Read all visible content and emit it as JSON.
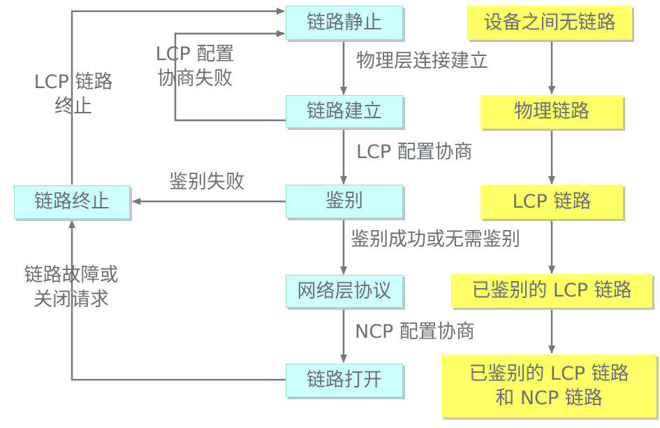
{
  "colors": {
    "line": "#72787d",
    "text": "#6a7076",
    "state_fill": "#ccffff",
    "phase_fill": "#ffff66"
  },
  "states": {
    "dead": "链路静止",
    "establish": "链路建立",
    "authenticate": "鉴别",
    "network": "网络层协议",
    "open": "链路打开",
    "terminate": "链路终止"
  },
  "phases": {
    "no_link": "设备之间无链路",
    "physical": "物理链路",
    "lcp": "LCP 链路",
    "auth_lcp": "已鉴别的 LCP 链路",
    "auth_lcp_ncp": "已鉴别的 LCP 链路\n和 NCP 链路"
  },
  "transitions": {
    "physical_up": "物理层连接建立",
    "lcp_negotiate": "LCP 配置协商",
    "auth_ok": "鉴别成功或无需鉴别",
    "ncp_negotiate": "NCP 配置协商",
    "auth_fail": "鉴别失败",
    "lcp_fail": "LCP 配置\n协商失败",
    "lcp_terminate": "LCP 链路\n终止",
    "fault_close": "链路故障或\n关闭请求"
  }
}
